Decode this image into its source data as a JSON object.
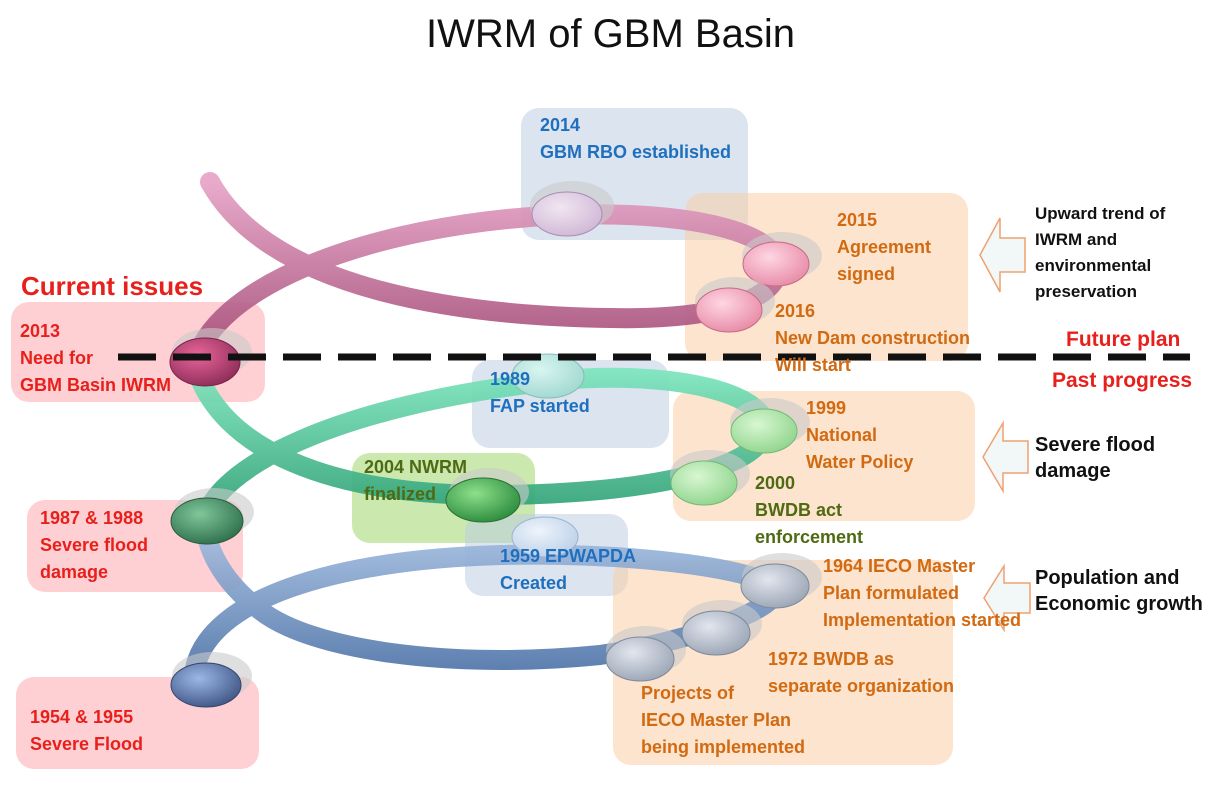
{
  "title": "IWRM of GBM Basin",
  "sections": {
    "current_issues": "Current issues",
    "future_plan": "Future plan",
    "past_progress": "Past progress"
  },
  "events": {
    "e2014": "2014\nGBM RBO established",
    "e2015": "2015\nAgreement\nsigned",
    "e2016": "2016\nNew Dam construction\nWill start",
    "e2013": "2013\nNeed for\nGBM Basin IWRM",
    "e1989": "1989\nFAP started",
    "e1999": "1999\nNational\nWater Policy",
    "e2000": "2000\nBWDB act\nenforcement",
    "e2004": "2004 NWRM\nfinalized",
    "e1987": "1987 & 1988\nSevere flood\ndamage",
    "e1959": "1959 EPWAPDA\nCreated",
    "e1964": "1964 IECO Master\nPlan formulated\nImplementation started",
    "e1972": "1972 BWDB as\nseparate organization",
    "eieco": "Projects of\nIECO Master Plan\nbeing implemented",
    "e1954": "1954 & 1955\nSevere Flood"
  },
  "trends": {
    "t1": "Upward trend of\nIWRM and\nenvironmental\npreservation",
    "t2": "Severe flood\ndamage",
    "t3": "Population and\nEconomic growth"
  },
  "colors": {
    "pink_ribbon": "#b8577f",
    "green_ribbon": "#3fbf8f",
    "blue_ribbon": "#6b8fc0",
    "red_text": "#e8201c",
    "blue_text": "#1f6fbf",
    "orange_text": "#d26a12",
    "green_text": "#4e6a12"
  }
}
